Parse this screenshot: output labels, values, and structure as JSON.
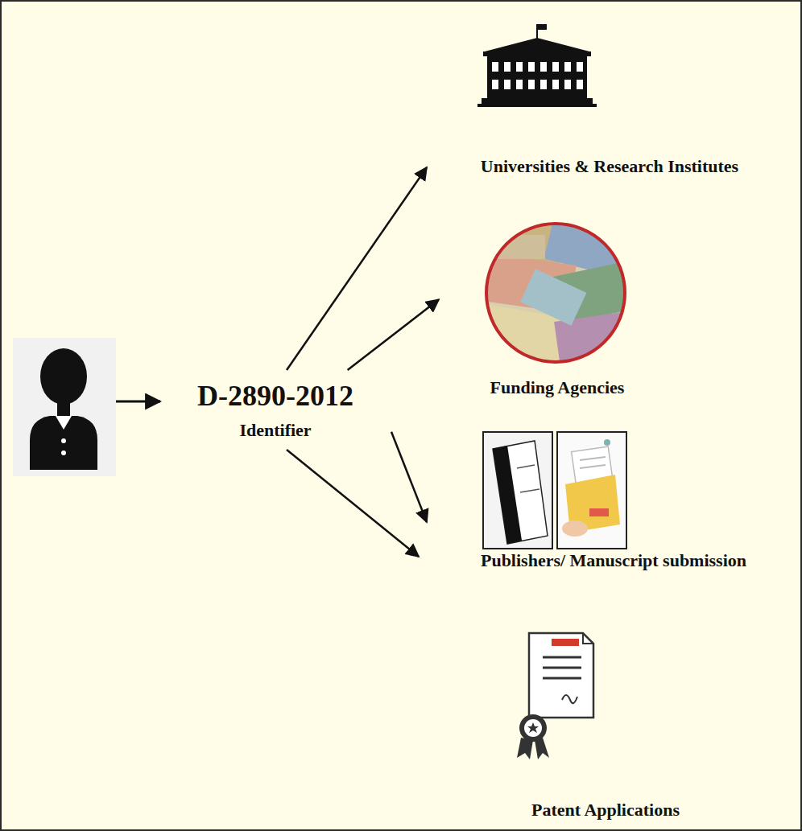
{
  "diagram": {
    "nodes": [
      {
        "text": [
          "D-2890-2012",
          "Identifier"
        ]
      },
      {
        "text": [
          "Universities & Research Institutes"
        ]
      },
      {
        "text": [
          "Funding Agencies"
        ]
      },
      {
        "text": [
          "Publishers/ Manuscript submission"
        ]
      },
      {
        "text": [
          "Patent Applications"
        ]
      }
    ],
    "edges": [
      {
        "from": 0,
        "to": 1,
        "arrow": "to"
      },
      {
        "from": 0,
        "to": 2,
        "arrow": "to"
      },
      {
        "from": 0,
        "to": 3,
        "arrow": "to"
      },
      {
        "from": 0,
        "to": 4,
        "arrow": "to"
      }
    ]
  }
}
